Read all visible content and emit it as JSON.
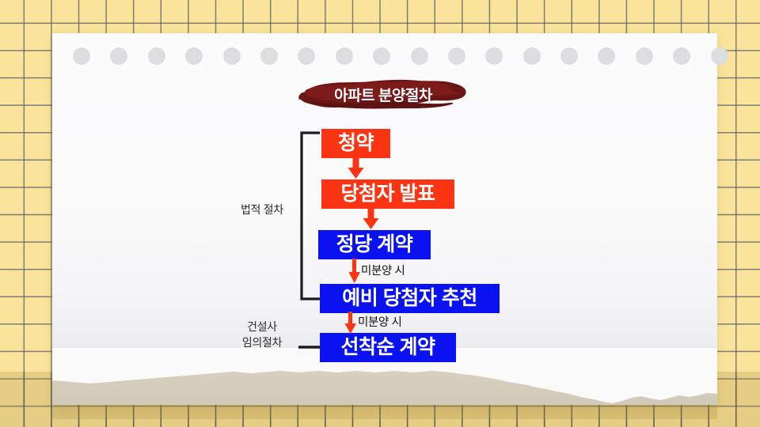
{
  "document": {
    "title": "아파트 분양절차",
    "title_style": "brush-stroke-dark-maroon-banner"
  },
  "paper": {
    "punch_hole_count": 18,
    "hole_color": "#dcdddf",
    "sheet_color": "#fbfbfc",
    "background_color": "#FAE49C",
    "grid_line_color": "#555a64"
  },
  "flow": {
    "steps": [
      {
        "label": "청약",
        "color": "#FB3513"
      },
      {
        "label": "당첨자 발표",
        "color": "#FB3513"
      },
      {
        "label": "정당 계약",
        "color": "#0B12F2"
      },
      {
        "label": "예비 당첨자 추천",
        "color": "#0B12F2"
      },
      {
        "label": "선착순 계약",
        "color": "#0B12F2"
      }
    ],
    "connector_notes": [
      {
        "label": "미분양 시",
        "after_step": 3
      },
      {
        "label": "미분양 시",
        "after_step": 4
      }
    ],
    "arrow_color": "#FB3513"
  },
  "groups": [
    {
      "label": "법적 절차",
      "type": "bracket",
      "covers": "청약 ~ 예비 당첨자 추천"
    },
    {
      "label_line1": "건설사",
      "label_line2": "임의절차",
      "type": "dash",
      "covers": "선착순 계약"
    }
  ]
}
